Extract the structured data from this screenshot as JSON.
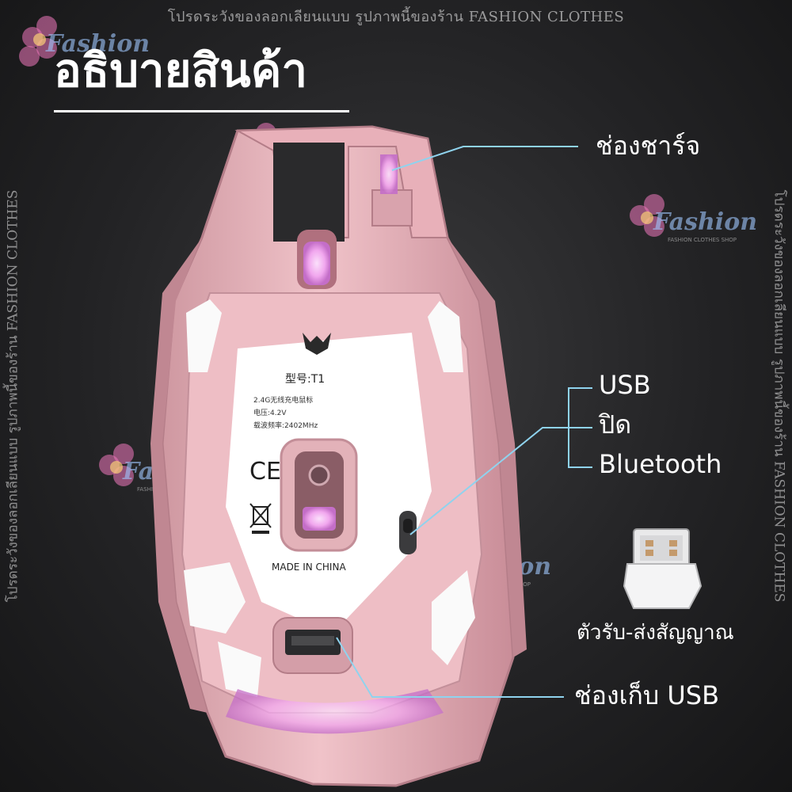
{
  "watermark": {
    "top": "โปรดระวังของลอกเลียนแบบ  รูปภาพนี้ของร้าน FASHION CLOTHES",
    "left": "โปรดระวังของลอกเลียนแบบ  รูปภาพนี้ของร้าน FASHION CLOTHES",
    "right": "โปรดระวังของลอกเลียนแบบ  รูปภาพนี้ของร้าน FASHION CLOTHES",
    "logo_word": "Fashion",
    "logo_sub": "FASHION CLOTHES SHOP"
  },
  "title": "อธิบายสินค้า",
  "labels": {
    "charge_port": "ช่องชาร์จ",
    "usb": "USB",
    "off": "ปิด",
    "bluetooth": "Bluetooth",
    "receiver": "ตัวรับ-ส่งสัญญาณ",
    "usb_storage": "ช่องเก็บ USB"
  },
  "mouse_sticker": {
    "model": "型号:T1",
    "line1": "2.4G无线充电鼠标",
    "line2": "电压:4.2V",
    "line3": "载波频率:2402MHz",
    "ce": "CE",
    "made_in": "MADE IN CHINA"
  },
  "colors": {
    "mouse_body": "#e8b4bc",
    "mouse_shadow": "#c98d98",
    "mouse_light": "#f3d2d6",
    "sticker": "#ffffff",
    "glow": "#f1a7ee",
    "leader_line": "#8fd3ee",
    "background": "#232325"
  }
}
